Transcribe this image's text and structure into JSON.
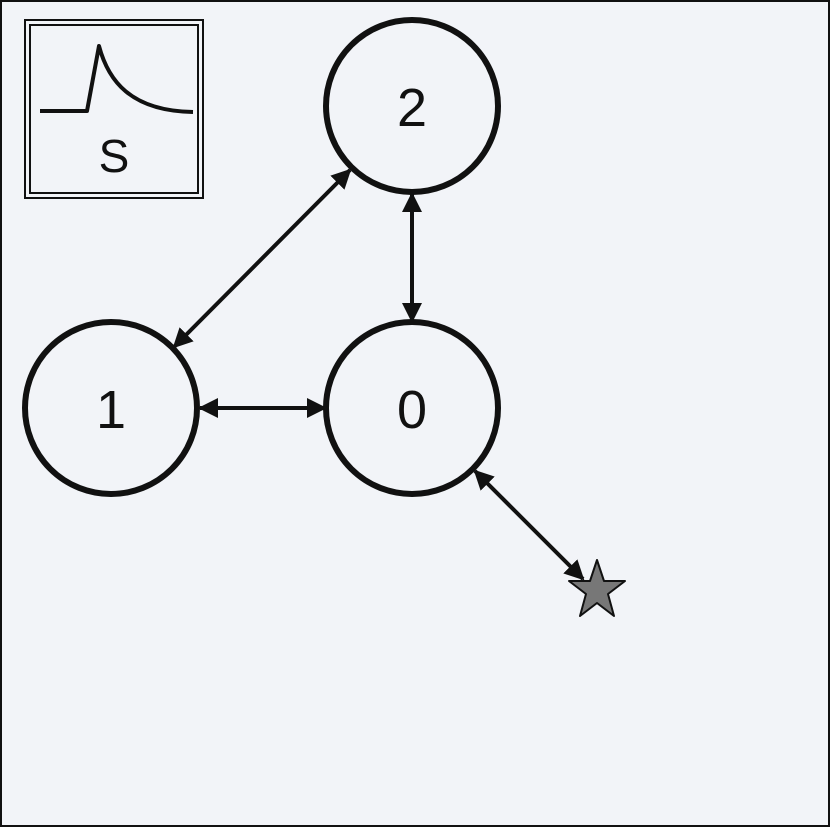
{
  "colors": {
    "background": "#f2f4f8",
    "frame": "#111111",
    "stroke": "#111111",
    "node_fill": "#f2f4f8",
    "star_fill": "#777777"
  },
  "legend": {
    "label": "S",
    "icon": "spike-waveform-icon"
  },
  "nodes": [
    {
      "id": "0",
      "label": "0"
    },
    {
      "id": "1",
      "label": "1"
    },
    {
      "id": "2",
      "label": "2"
    }
  ],
  "edges": [
    {
      "from": "1",
      "to": "2",
      "direction": "bidirectional"
    },
    {
      "from": "2",
      "to": "0",
      "direction": "bidirectional"
    },
    {
      "from": "1",
      "to": "0",
      "direction": "bidirectional"
    },
    {
      "from": "0",
      "to": "star",
      "direction": "bidirectional"
    }
  ],
  "star": {
    "icon": "star-icon"
  }
}
